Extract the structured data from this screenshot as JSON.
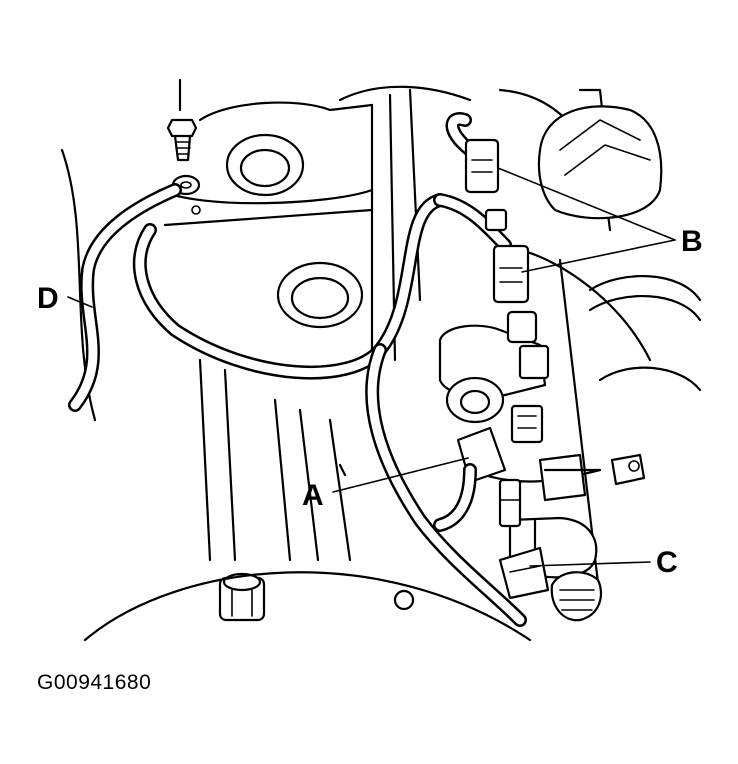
{
  "labels": {
    "a": "A",
    "b": "B",
    "c": "C",
    "d": "D"
  },
  "figure_code": "G00941680",
  "colors": {
    "ink": "#000000",
    "paper": "#ffffff"
  }
}
